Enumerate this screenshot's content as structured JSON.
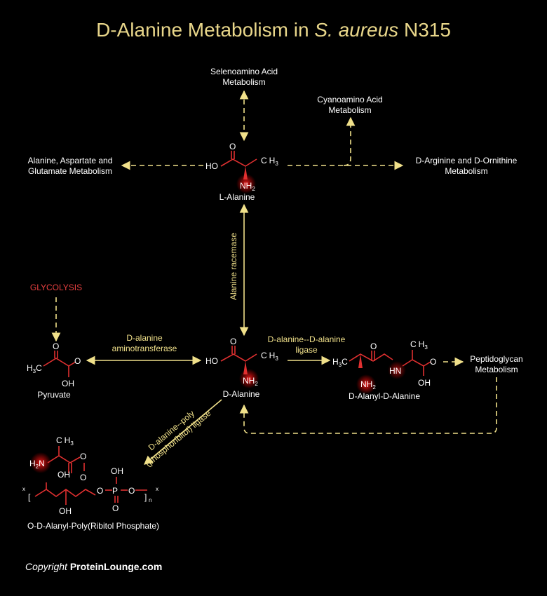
{
  "title": {
    "main": "D-Alanine Metabolism in ",
    "species": "S. aureus",
    "strain": " N315"
  },
  "pathways": {
    "selenoamino_line1": "Selenoamino Acid",
    "selenoamino_line2": "Metabolism",
    "cyanoamino_line1": "Cyanoamino Acid",
    "cyanoamino_line2": "Metabolism",
    "alanine_asp_line1": "Alanine, Aspartate and",
    "alanine_asp_line2": "Glutamate Metabolism",
    "arginine_line1": "D-Arginine and D-Ornithine",
    "arginine_line2": "Metabolism",
    "glycolysis": "GLYCOLYSIS",
    "peptidoglycan_line1": "Peptidoglycan",
    "peptidoglycan_line2": "Metabolism"
  },
  "compounds": {
    "l_alanine": "L-Alanine",
    "d_alanine": "D-Alanine",
    "pyruvate": "Pyruvate",
    "d_alanyl_d_alanine": "D-Alanyl-D-Alanine",
    "poly_ribitol": "O-D-Alanyl-Poly(Ribitol Phosphate)"
  },
  "enzymes": {
    "racemase": "Alanine racemase",
    "aminotransferase_line1": "D-alanine",
    "aminotransferase_line2": "aminotransferase",
    "ligase_line1": "D-alanine--D-alanine",
    "ligase_line2": "ligase",
    "poly_ligase_line1": "D-alanine--poly",
    "poly_ligase_line2": "(phosphoribitol) ligase"
  },
  "atoms": {
    "ho": "HO",
    "o": "O",
    "oh": "OH",
    "c": "C",
    "h": "H",
    "n": "N",
    "p": "P",
    "hn": "HN",
    "nh": "NH",
    "h2n": "H",
    "x": "x",
    "n_sub": "n",
    "three": "3",
    "two": "2",
    "bracket_open": "[",
    "bracket_close": "]"
  },
  "copyright": {
    "prefix": "Copyright ",
    "brand": "ProteinLounge.com"
  },
  "colors": {
    "title": "#e8d68a",
    "arrow": "#f0e08a",
    "bond": "#e03030",
    "glycolysis": "#e84040",
    "background": "#000000"
  }
}
